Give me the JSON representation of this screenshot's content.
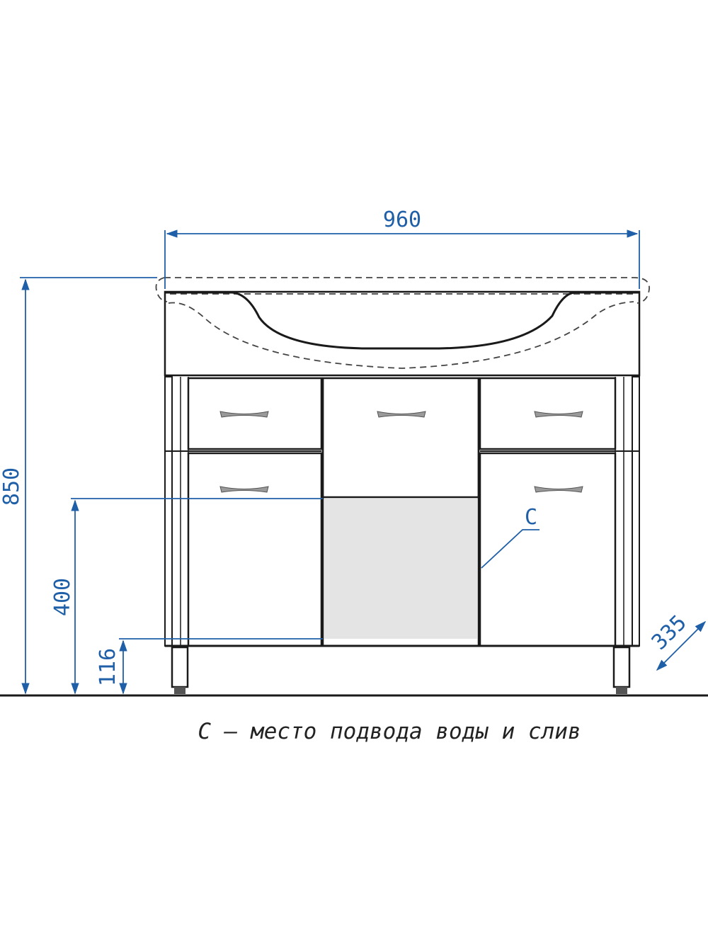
{
  "dimensions": {
    "width": "960",
    "height": "850",
    "opening_height": "400",
    "leg_height": "116",
    "depth": "335"
  },
  "marker": {
    "label": "C"
  },
  "caption": "С – место подвода воды и слив",
  "colors": {
    "dimension": "#1f5fa8",
    "outline": "#1a1a1a",
    "dashed": "#444444",
    "opening_fill": "#e4e4e4",
    "handle": "#9a9a9a"
  }
}
